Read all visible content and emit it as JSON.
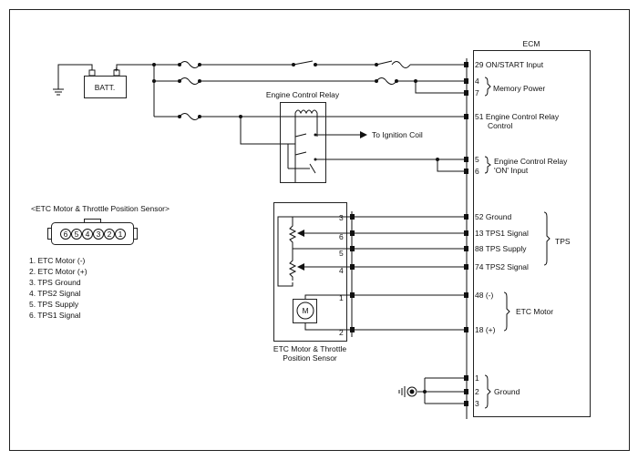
{
  "battery": {
    "label": "BATT.",
    "neg": "-",
    "pos": "+"
  },
  "ecm": {
    "title": "ECM",
    "pins": {
      "on_start": "29 ON/START Input",
      "p4": "4",
      "p7": "7",
      "memory_power": "Memory Power",
      "relay_control_1": "51 Engine Control Relay",
      "relay_control_2": "Control",
      "p5": "5",
      "p6": "6",
      "relay_on_1": "Engine Control Relay",
      "relay_on_2": "'ON' Input",
      "ground52": "52 Ground",
      "tps1": "13 TPS1 Signal",
      "tps_supply": "88 TPS Supply",
      "tps2": "74 TPS2 Signal",
      "tps_group": "TPS",
      "m48": "48 (-)",
      "m18": "18 (+)",
      "etc_motor_group": "ETC Motor",
      "g1": "1",
      "g2": "2",
      "g3": "3",
      "ground_group": "Ground"
    }
  },
  "relay": {
    "title": "Engine Control Relay",
    "to_ignition": "To Ignition Coil"
  },
  "sensor": {
    "caption_1": "ETC Motor & Throttle",
    "caption_2": "Position Sensor",
    "pins": [
      "3",
      "6",
      "5",
      "4",
      "1",
      "2"
    ],
    "motor_symbol": "M"
  },
  "connector": {
    "title": "<ETC Motor & Throttle Position Sensor>",
    "pin_numbers": [
      "6",
      "5",
      "4",
      "3",
      "2",
      "1"
    ],
    "legend": [
      "1. ETC Motor (-)",
      "2. ETC Motor (+)",
      "3. TPS Ground",
      "4. TPS2 Signal",
      "5. TPS Supply",
      "6. TPS1 Signal"
    ]
  }
}
